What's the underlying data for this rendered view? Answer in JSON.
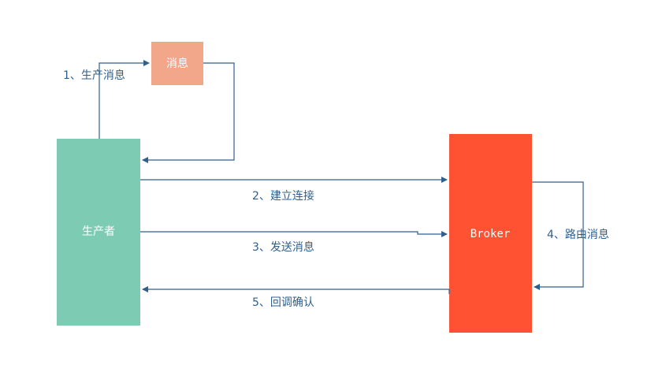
{
  "nodes": {
    "producer": {
      "label": "生产者",
      "color": "#7ECBB4"
    },
    "message": {
      "label": "消息",
      "color": "#F2A68A"
    },
    "broker": {
      "label": "Broker",
      "color": "#FF5232"
    }
  },
  "edges": {
    "produce_message": {
      "label": "1、生产消息"
    },
    "establish_connection": {
      "label": "2、建立连接"
    },
    "send_message": {
      "label": "3、发送消息"
    },
    "route_message": {
      "label": "4、路由消息"
    },
    "callback_confirm": {
      "label": "5、回调确认"
    }
  },
  "colors": {
    "arrow": "#2f5f8f",
    "label_text": "#2f5f8f"
  }
}
